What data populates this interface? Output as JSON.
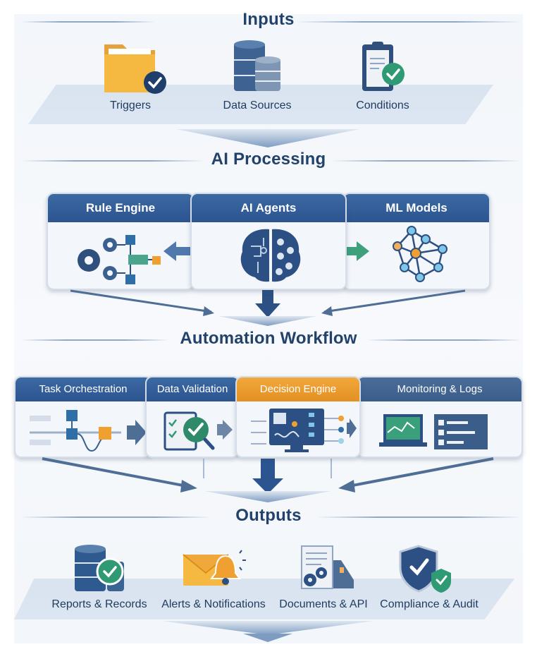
{
  "sections": {
    "inputs": {
      "title": "Inputs",
      "items": [
        {
          "label": "Triggers",
          "icon": "folder-check-icon"
        },
        {
          "label": "Data Sources",
          "icon": "database-icon"
        },
        {
          "label": "Conditions",
          "icon": "clipboard-check-icon"
        }
      ]
    },
    "ai_processing": {
      "title": "AI Processing",
      "panels": [
        {
          "label": "Rule Engine",
          "icon": "gears-flowchart-icon"
        },
        {
          "label": "AI Agents",
          "icon": "brain-circuit-icon"
        },
        {
          "label": "ML Models",
          "icon": "neural-network-icon"
        }
      ]
    },
    "automation_workflow": {
      "title": "Automation Workflow",
      "panels": [
        {
          "label": "Task Orchestration",
          "icon": "orchestration-flow-icon"
        },
        {
          "label": "Data Validation",
          "icon": "checklist-magnifier-icon"
        },
        {
          "label": "Decision Engine",
          "icon": "monitor-decision-icon",
          "highlighted": true
        },
        {
          "label": "Monitoring & Logs",
          "icon": "chart-logs-icon"
        }
      ]
    },
    "outputs": {
      "title": "Outputs",
      "items": [
        {
          "label": "Reports & Records",
          "icon": "database-check-icon"
        },
        {
          "label": "Alerts & Notifications",
          "icon": "envelope-bell-icon"
        },
        {
          "label": "Documents & API",
          "icon": "document-gears-icon"
        },
        {
          "label": "Compliance & Audit",
          "icon": "shield-check-icon"
        }
      ]
    }
  },
  "colors": {
    "primary_blue": "#2c5490",
    "title_navy": "#22426b",
    "accent_orange": "#f2a83c",
    "accent_green": "#2f9a74",
    "folder_yellow": "#f5b942"
  }
}
